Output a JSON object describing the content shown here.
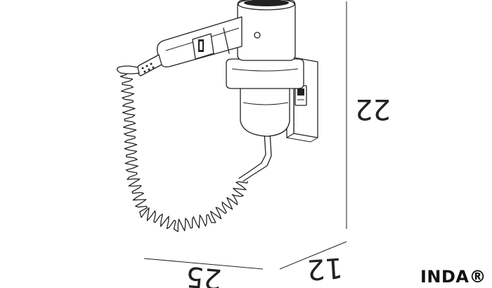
{
  "diagram": {
    "dimensions": {
      "height": "22",
      "width": "25",
      "depth": "12"
    },
    "brand_label": "INDA®"
  }
}
